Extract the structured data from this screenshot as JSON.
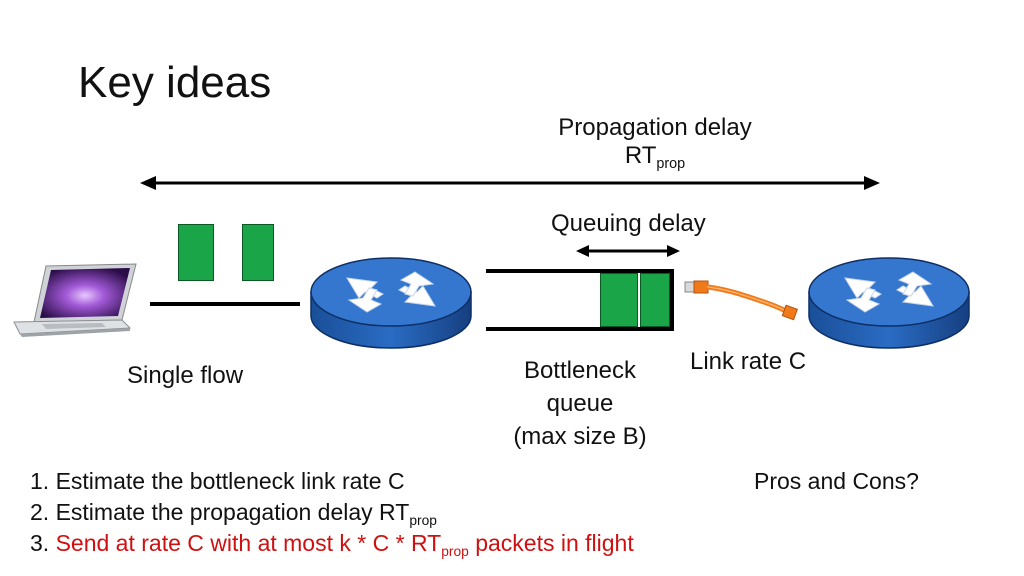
{
  "slide": {
    "title": "Key ideas",
    "propagation_label": "Propagation delay",
    "rt_main": "RT",
    "rt_sub": "prop",
    "queuing_label": "Queuing delay",
    "single_flow": "Single flow",
    "bottleneck_line1": "Bottleneck",
    "bottleneck_line2": "queue",
    "bottleneck_line3": "(max size B)",
    "link_rate": "Link rate C",
    "pros_cons": "Pros and Cons?",
    "steps": [
      {
        "num": "1.",
        "text": "Estimate the bottleneck link rate C"
      },
      {
        "num": "2.",
        "text": "Estimate the propagation delay RT",
        "sub": "prop"
      },
      {
        "num": "3.",
        "text": "Send at rate C with at most k * C * RT",
        "sub": "prop",
        "tail": " packets in flight"
      }
    ]
  },
  "colors": {
    "packet": "#1aa549",
    "router": "#1f5fb4",
    "cable": "#f07a1a",
    "highlight": "#d01010"
  },
  "icons": [
    "laptop-icon",
    "router-icon",
    "router-icon",
    "ethernet-cable-icon"
  ]
}
